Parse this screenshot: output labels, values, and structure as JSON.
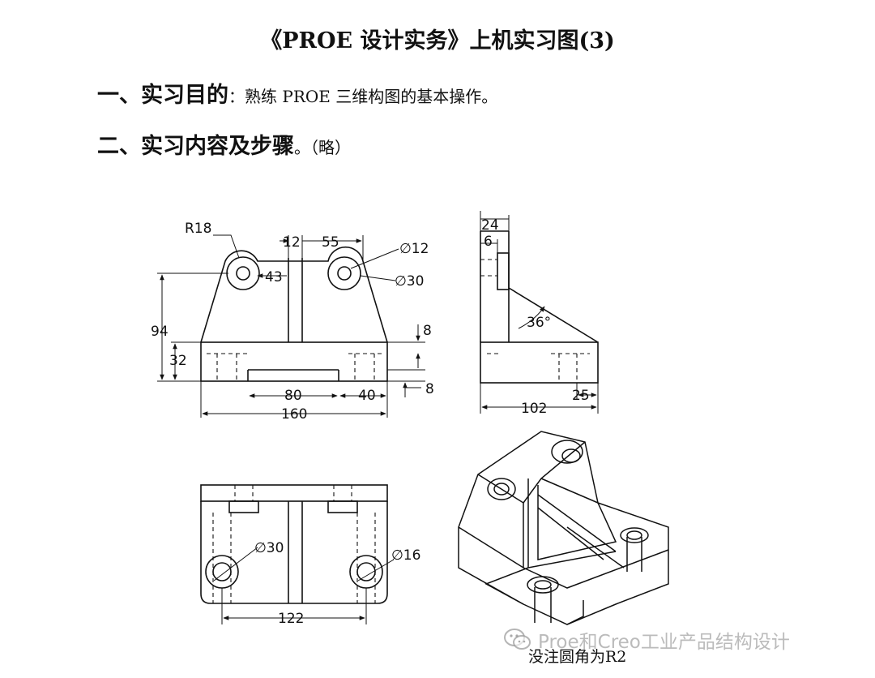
{
  "document": {
    "title": "《PROE 设计实务》上机实习图(3)",
    "sections": [
      {
        "heading": "一、实习目的",
        "body": "：熟练 PROE 三维构图的基本操作。"
      },
      {
        "heading": "二、实习内容及步骤",
        "body": "。（略）"
      }
    ],
    "footnote": "没注圆角为R2"
  },
  "dimensions": {
    "front": {
      "r18": "R18",
      "d12": "12",
      "d55": "55",
      "dia12": "∅12",
      "d43": "43",
      "dia30": "∅30",
      "d94": "94",
      "d32": "32",
      "d8a": "8",
      "d8b": "8",
      "d80": "80",
      "d40": "40",
      "d160": "160"
    },
    "side": {
      "d24": "24",
      "d6": "6",
      "a36": "36°",
      "d25": "25",
      "d102": "102"
    },
    "top": {
      "dia30": "∅30",
      "dia16": "∅16",
      "d122": "122"
    }
  },
  "watermark": {
    "text": "Proe和Creo工业产品结构设计",
    "icon": "wechat-icon"
  }
}
